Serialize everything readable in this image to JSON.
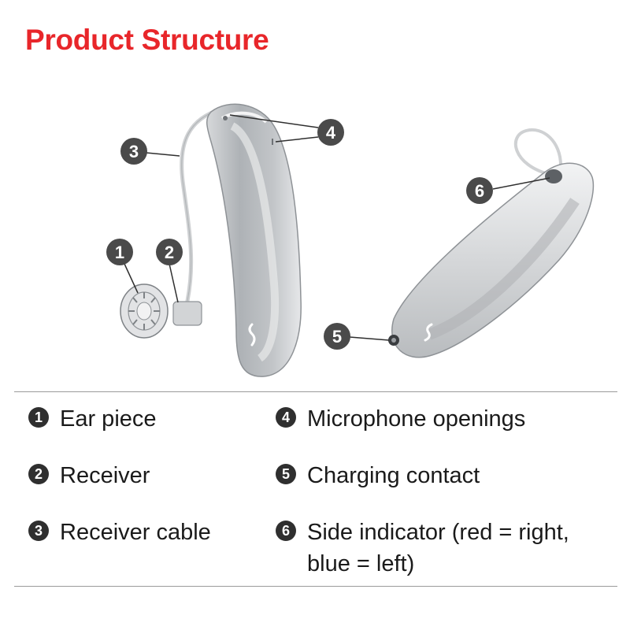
{
  "title": "Product Structure",
  "colors": {
    "title": "#e8262a",
    "badge": "#2f2f2f",
    "device_body": "#b8bcc0",
    "device_light": "#e9eaec"
  },
  "callouts": [
    "1",
    "2",
    "3",
    "4",
    "5",
    "6"
  ],
  "legend": [
    {
      "number": "1",
      "label": "Ear piece"
    },
    {
      "number": "2",
      "label": "Receiver"
    },
    {
      "number": "3",
      "label": "Receiver cable"
    },
    {
      "number": "4",
      "label": "Microphone openings"
    },
    {
      "number": "5",
      "label": "Charging contact"
    },
    {
      "number": "6",
      "label": "Side indicator (red = right, blue = left)"
    }
  ]
}
